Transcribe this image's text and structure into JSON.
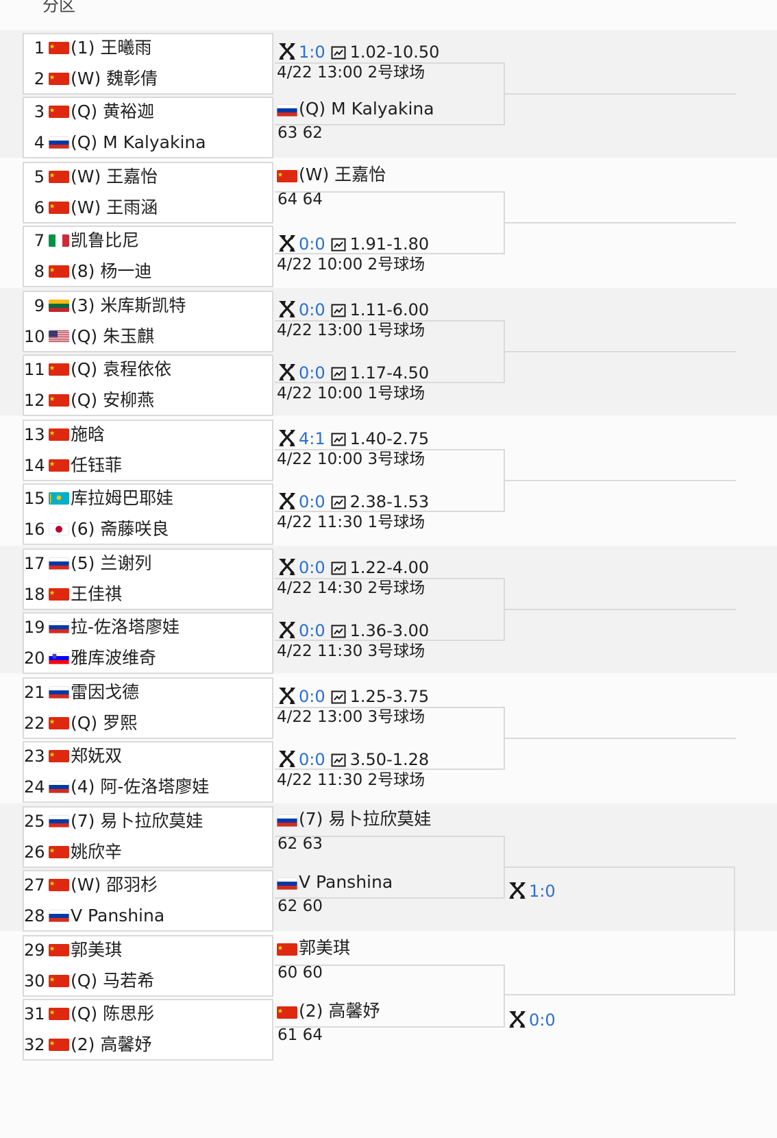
{
  "section_title": "分区",
  "round1": [
    {
      "num": "1",
      "flag": "cn",
      "name": "(1) 王曦雨"
    },
    {
      "num": "2",
      "flag": "cn",
      "name": "(W) 魏彰倩"
    },
    {
      "num": "3",
      "flag": "cn",
      "name": "(Q) 黄裕迦"
    },
    {
      "num": "4",
      "flag": "ru",
      "name": "(Q) M Kalyakina"
    },
    {
      "num": "5",
      "flag": "cn",
      "name": "(W) 王嘉怡"
    },
    {
      "num": "6",
      "flag": "cn",
      "name": "(W) 王雨涵"
    },
    {
      "num": "7",
      "flag": "it",
      "name": "凯鲁比尼"
    },
    {
      "num": "8",
      "flag": "cn",
      "name": "(8) 杨一迪"
    },
    {
      "num": "9",
      "flag": "lt",
      "name": "(3) 米库斯凯特"
    },
    {
      "num": "10",
      "flag": "us",
      "name": "(Q) 朱玉麒"
    },
    {
      "num": "11",
      "flag": "cn",
      "name": "(Q) 袁程依依"
    },
    {
      "num": "12",
      "flag": "cn",
      "name": "(Q) 安柳燕"
    },
    {
      "num": "13",
      "flag": "cn",
      "name": "施晗"
    },
    {
      "num": "14",
      "flag": "cn",
      "name": "任钰菲"
    },
    {
      "num": "15",
      "flag": "kz",
      "name": "库拉姆巴耶娃"
    },
    {
      "num": "16",
      "flag": "jp",
      "name": "(6) 斋藤咲良"
    },
    {
      "num": "17",
      "flag": "ru",
      "name": "(5) 兰谢列"
    },
    {
      "num": "18",
      "flag": "cn",
      "name": "王佳祺"
    },
    {
      "num": "19",
      "flag": "ru",
      "name": "拉-佐洛塔廖娃"
    },
    {
      "num": "20",
      "flag": "si",
      "name": "雅库波维奇"
    },
    {
      "num": "21",
      "flag": "ru",
      "name": "雷因戈德"
    },
    {
      "num": "22",
      "flag": "cn",
      "name": "(Q) 罗熙"
    },
    {
      "num": "23",
      "flag": "cn",
      "name": "郑妩双"
    },
    {
      "num": "24",
      "flag": "ru",
      "name": "(4) 阿-佐洛塔廖娃"
    },
    {
      "num": "25",
      "flag": "ru",
      "name": "(7) 易卜拉欣莫娃"
    },
    {
      "num": "26",
      "flag": "cn",
      "name": "姚欣辛"
    },
    {
      "num": "27",
      "flag": "cn",
      "name": "(W) 邵羽杉"
    },
    {
      "num": "28",
      "flag": "ru",
      "name": "V Panshina"
    },
    {
      "num": "29",
      "flag": "cn",
      "name": "郭美琪"
    },
    {
      "num": "30",
      "flag": "cn",
      "name": "(Q) 马若希"
    },
    {
      "num": "31",
      "flag": "cn",
      "name": "(Q) 陈思彤"
    },
    {
      "num": "32",
      "flag": "cn",
      "name": "(2) 高馨妤"
    }
  ],
  "round1_matches": [
    {
      "type": "upcoming",
      "score": "1:0",
      "odds": "1.02-10.50",
      "time": "4/22 13:00 2号球场"
    },
    {
      "type": "result",
      "flag": "ru",
      "winner": "(Q) M Kalyakina",
      "sets": "63 62"
    },
    {
      "type": "result",
      "flag": "cn",
      "winner": "(W) 王嘉怡",
      "sets": "64 64"
    },
    {
      "type": "upcoming",
      "score": "0:0",
      "odds": "1.91-1.80",
      "time": "4/22 10:00 2号球场"
    },
    {
      "type": "upcoming",
      "score": "0:0",
      "odds": "1.11-6.00",
      "time": "4/22 13:00 1号球场"
    },
    {
      "type": "upcoming",
      "score": "0:0",
      "odds": "1.17-4.50",
      "time": "4/22 10:00 1号球场"
    },
    {
      "type": "upcoming",
      "score": "4:1",
      "odds": "1.40-2.75",
      "time": "4/22 10:00 3号球场"
    },
    {
      "type": "upcoming",
      "score": "0:0",
      "odds": "2.38-1.53",
      "time": "4/22 11:30 1号球场"
    },
    {
      "type": "upcoming",
      "score": "0:0",
      "odds": "1.22-4.00",
      "time": "4/22 14:30 2号球场"
    },
    {
      "type": "upcoming",
      "score": "0:0",
      "odds": "1.36-3.00",
      "time": "4/22 11:30 3号球场"
    },
    {
      "type": "upcoming",
      "score": "0:0",
      "odds": "1.25-3.75",
      "time": "4/22 13:00 3号球场"
    },
    {
      "type": "upcoming",
      "score": "0:0",
      "odds": "3.50-1.28",
      "time": "4/22 11:30 2号球场"
    },
    {
      "type": "result",
      "flag": "ru",
      "winner": "(7) 易卜拉欣莫娃",
      "sets": "62 63"
    },
    {
      "type": "result",
      "flag": "ru",
      "winner": "V Panshina",
      "sets": "62 60"
    },
    {
      "type": "result",
      "flag": "cn",
      "winner": "郭美琪",
      "sets": "60 60"
    },
    {
      "type": "result",
      "flag": "cn",
      "winner": "(2) 高馨妤",
      "sets": "61 64"
    }
  ],
  "round2_matches": [
    {
      "score": "1:0"
    },
    {
      "score": "0:0"
    }
  ],
  "colors": {
    "score_blue": "#2a6fd6",
    "border": "#dadada",
    "band": "#f2f2f2"
  },
  "icons": {
    "vs": "crossed-rackets-icon",
    "odds": "chart-icon"
  }
}
